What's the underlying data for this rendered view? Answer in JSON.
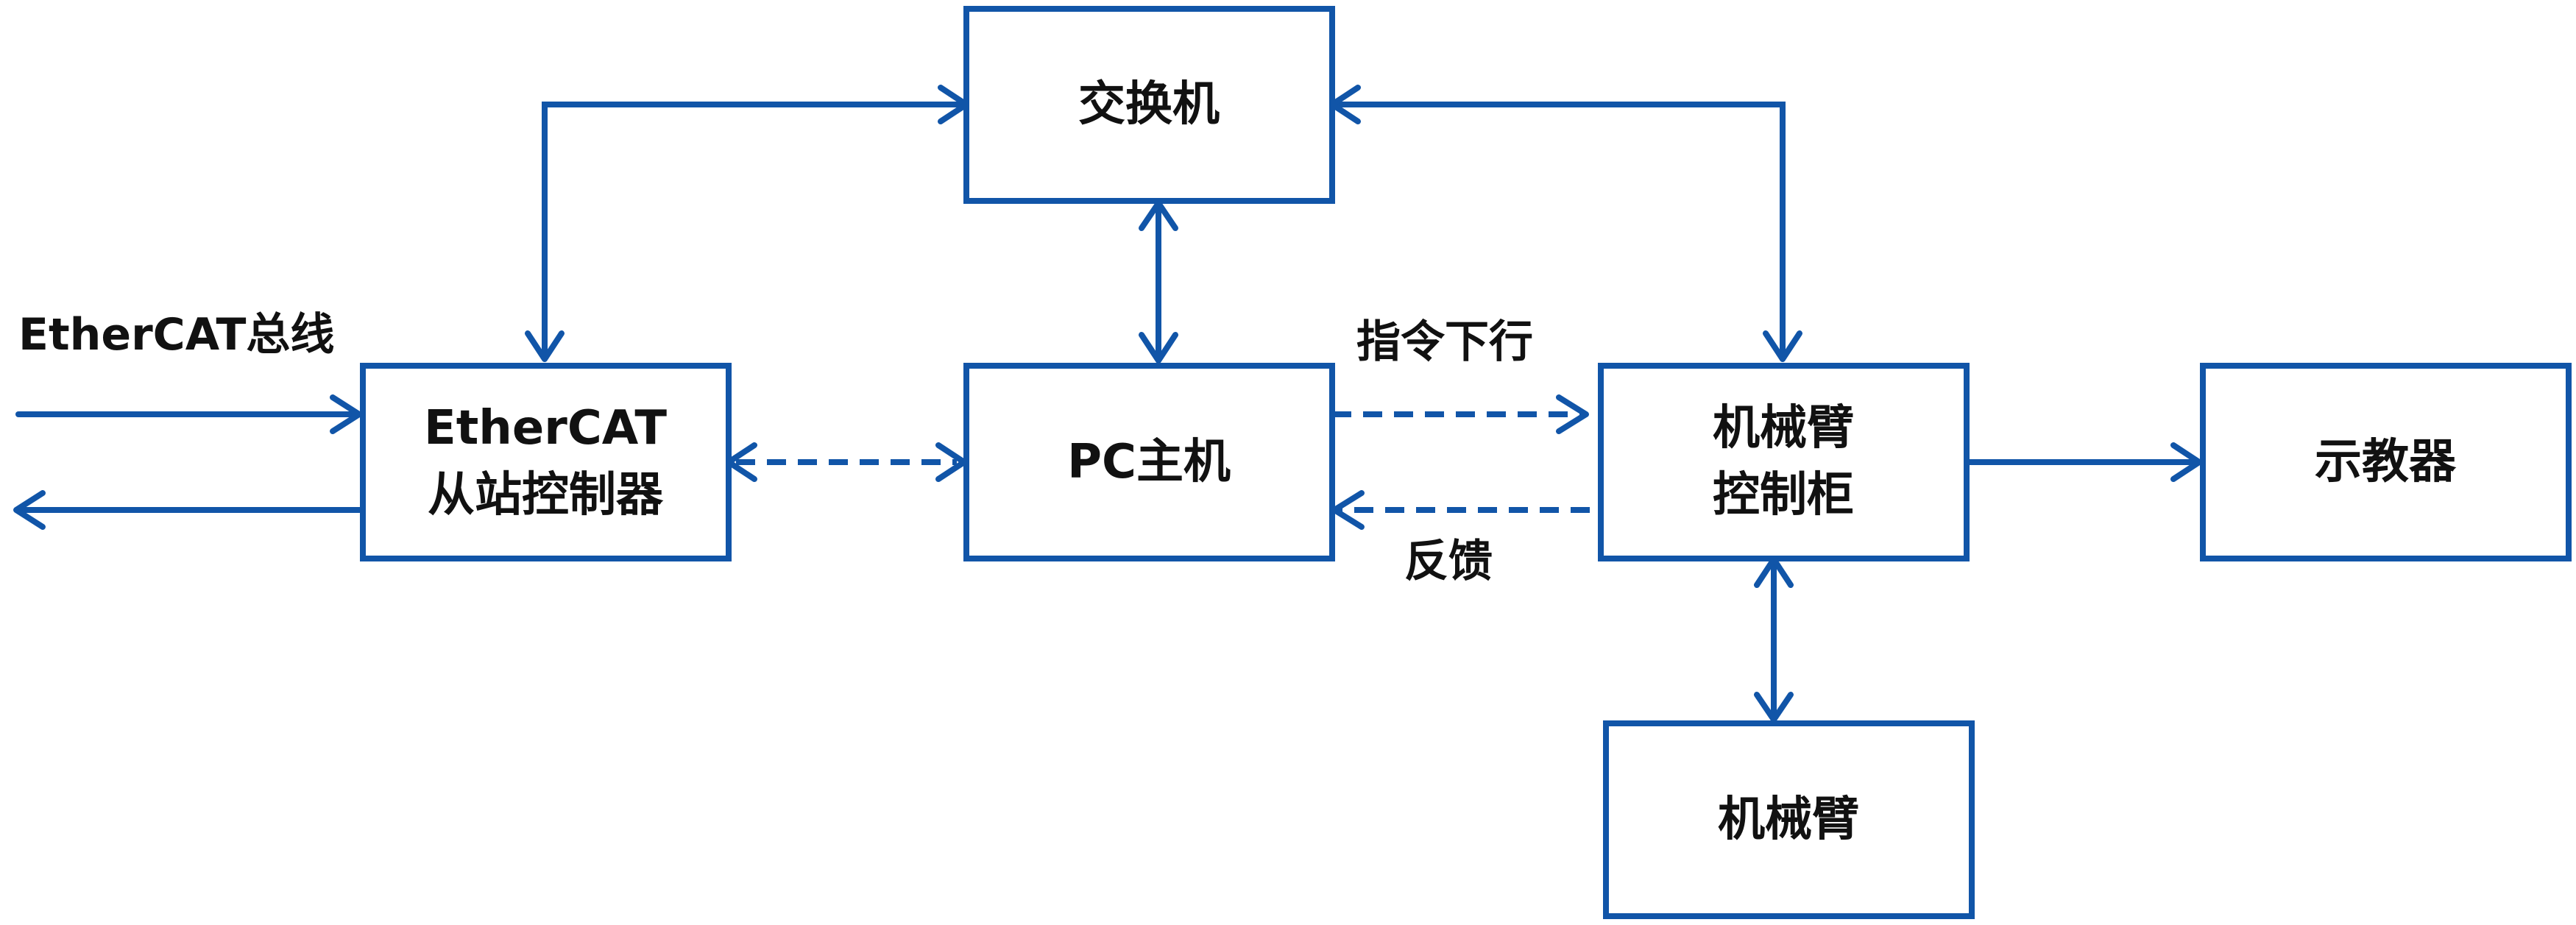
{
  "colors": {
    "line": "#1155a8",
    "text": "#111111",
    "background": "#ffffff"
  },
  "nodes": {
    "switch": "交换机",
    "ethercat_slave_line1": "EtherCAT",
    "ethercat_slave_line2": "从站控制器",
    "pc_host": "PC主机",
    "arm_cabinet_line1": "机械臂",
    "arm_cabinet_line2": "控制柜",
    "teach_pendant": "示教器",
    "robot_arm": "机械臂"
  },
  "labels": {
    "ethercat_bus": "EtherCAT总线",
    "command_down": "指令下行",
    "feedback": "反馈"
  }
}
